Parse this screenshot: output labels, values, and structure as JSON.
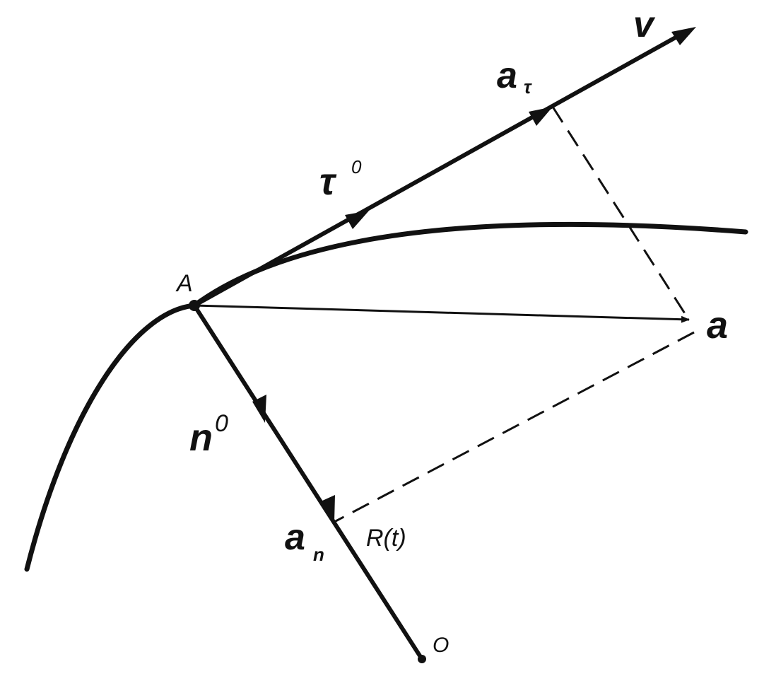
{
  "labels": {
    "velocity": "v",
    "tangential_accel": "a",
    "tangential_accel_sub": "τ",
    "tangent_unit": "τ",
    "tangent_unit_sup": "0",
    "point": "A",
    "total_accel": "a",
    "normal_unit": "n",
    "normal_unit_sup": "0",
    "normal_accel": "a",
    "normal_accel_sub": "n",
    "radius": "R(t)",
    "center": "O"
  },
  "colors": {
    "ink": "#111111",
    "background": "#ffffff"
  }
}
